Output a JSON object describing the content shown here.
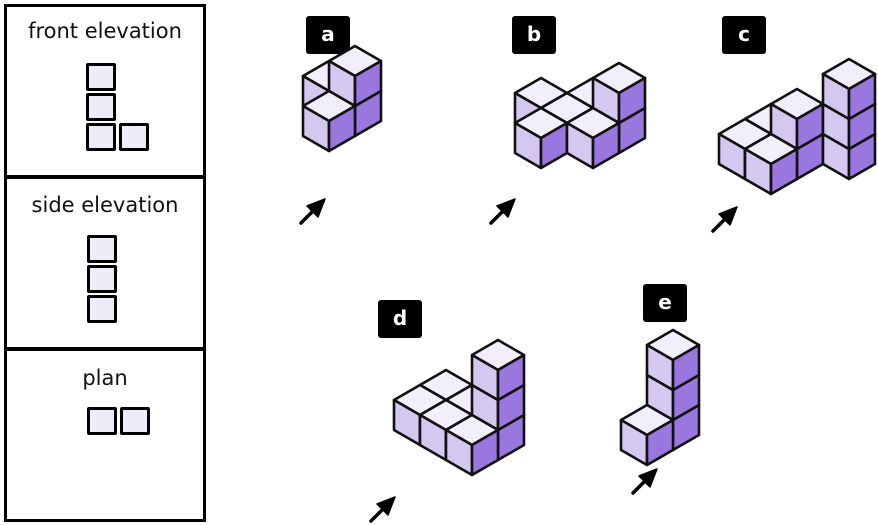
{
  "views": {
    "front": {
      "title": "front elevation",
      "cells": [
        [
          0,
          0
        ],
        [
          0,
          1
        ],
        [
          0,
          2
        ],
        [
          1,
          2
        ]
      ]
    },
    "side": {
      "title": "side elevation",
      "cells": [
        [
          0,
          0
        ],
        [
          0,
          1
        ],
        [
          0,
          2
        ]
      ]
    },
    "plan": {
      "title": "plan",
      "cells": [
        [
          0,
          0
        ],
        [
          1,
          0
        ]
      ]
    }
  },
  "colors": {
    "cube_top": "#f2eefb",
    "cube_left": "#d4c8f0",
    "cube_right": "#9a77de",
    "view_cell": "#efecfa",
    "outline": "#111111",
    "label_bg": "#000000",
    "label_text": "#ffffff"
  },
  "figures": [
    {
      "label": "a",
      "cubes": [
        [
          0,
          0,
          0
        ],
        [
          0,
          0,
          1
        ],
        [
          -1,
          0,
          0
        ],
        [
          0,
          1,
          0
        ]
      ]
    },
    {
      "label": "b",
      "cubes": [
        [
          1,
          -1,
          0
        ],
        [
          1,
          -1,
          1
        ],
        [
          0,
          -1,
          0
        ],
        [
          -1,
          0,
          0
        ],
        [
          0,
          0,
          0
        ],
        [
          1,
          0,
          0
        ],
        [
          0,
          1,
          0
        ]
      ]
    },
    {
      "label": "c",
      "cubes": [
        [
          1,
          -1,
          0
        ],
        [
          1,
          -1,
          1
        ],
        [
          1,
          -1,
          2
        ],
        [
          0,
          0,
          0
        ],
        [
          0,
          0,
          1
        ],
        [
          -1,
          0,
          0
        ],
        [
          -1,
          1,
          0
        ],
        [
          0,
          1,
          0
        ]
      ]
    },
    {
      "label": "d",
      "cubes": [
        [
          1,
          -1,
          0
        ],
        [
          1,
          -1,
          1
        ],
        [
          1,
          -1,
          2
        ],
        [
          -1,
          -1,
          0
        ],
        [
          0,
          -1,
          0
        ],
        [
          -1,
          0,
          0
        ],
        [
          0,
          0,
          0
        ],
        [
          1,
          0,
          0
        ]
      ]
    },
    {
      "label": "e",
      "cubes": [
        [
          0,
          0,
          0
        ],
        [
          0,
          0,
          1
        ],
        [
          0,
          0,
          2
        ],
        [
          0,
          1,
          0
        ]
      ]
    }
  ],
  "arrow": {
    "icon": "viewing-direction-arrow"
  }
}
